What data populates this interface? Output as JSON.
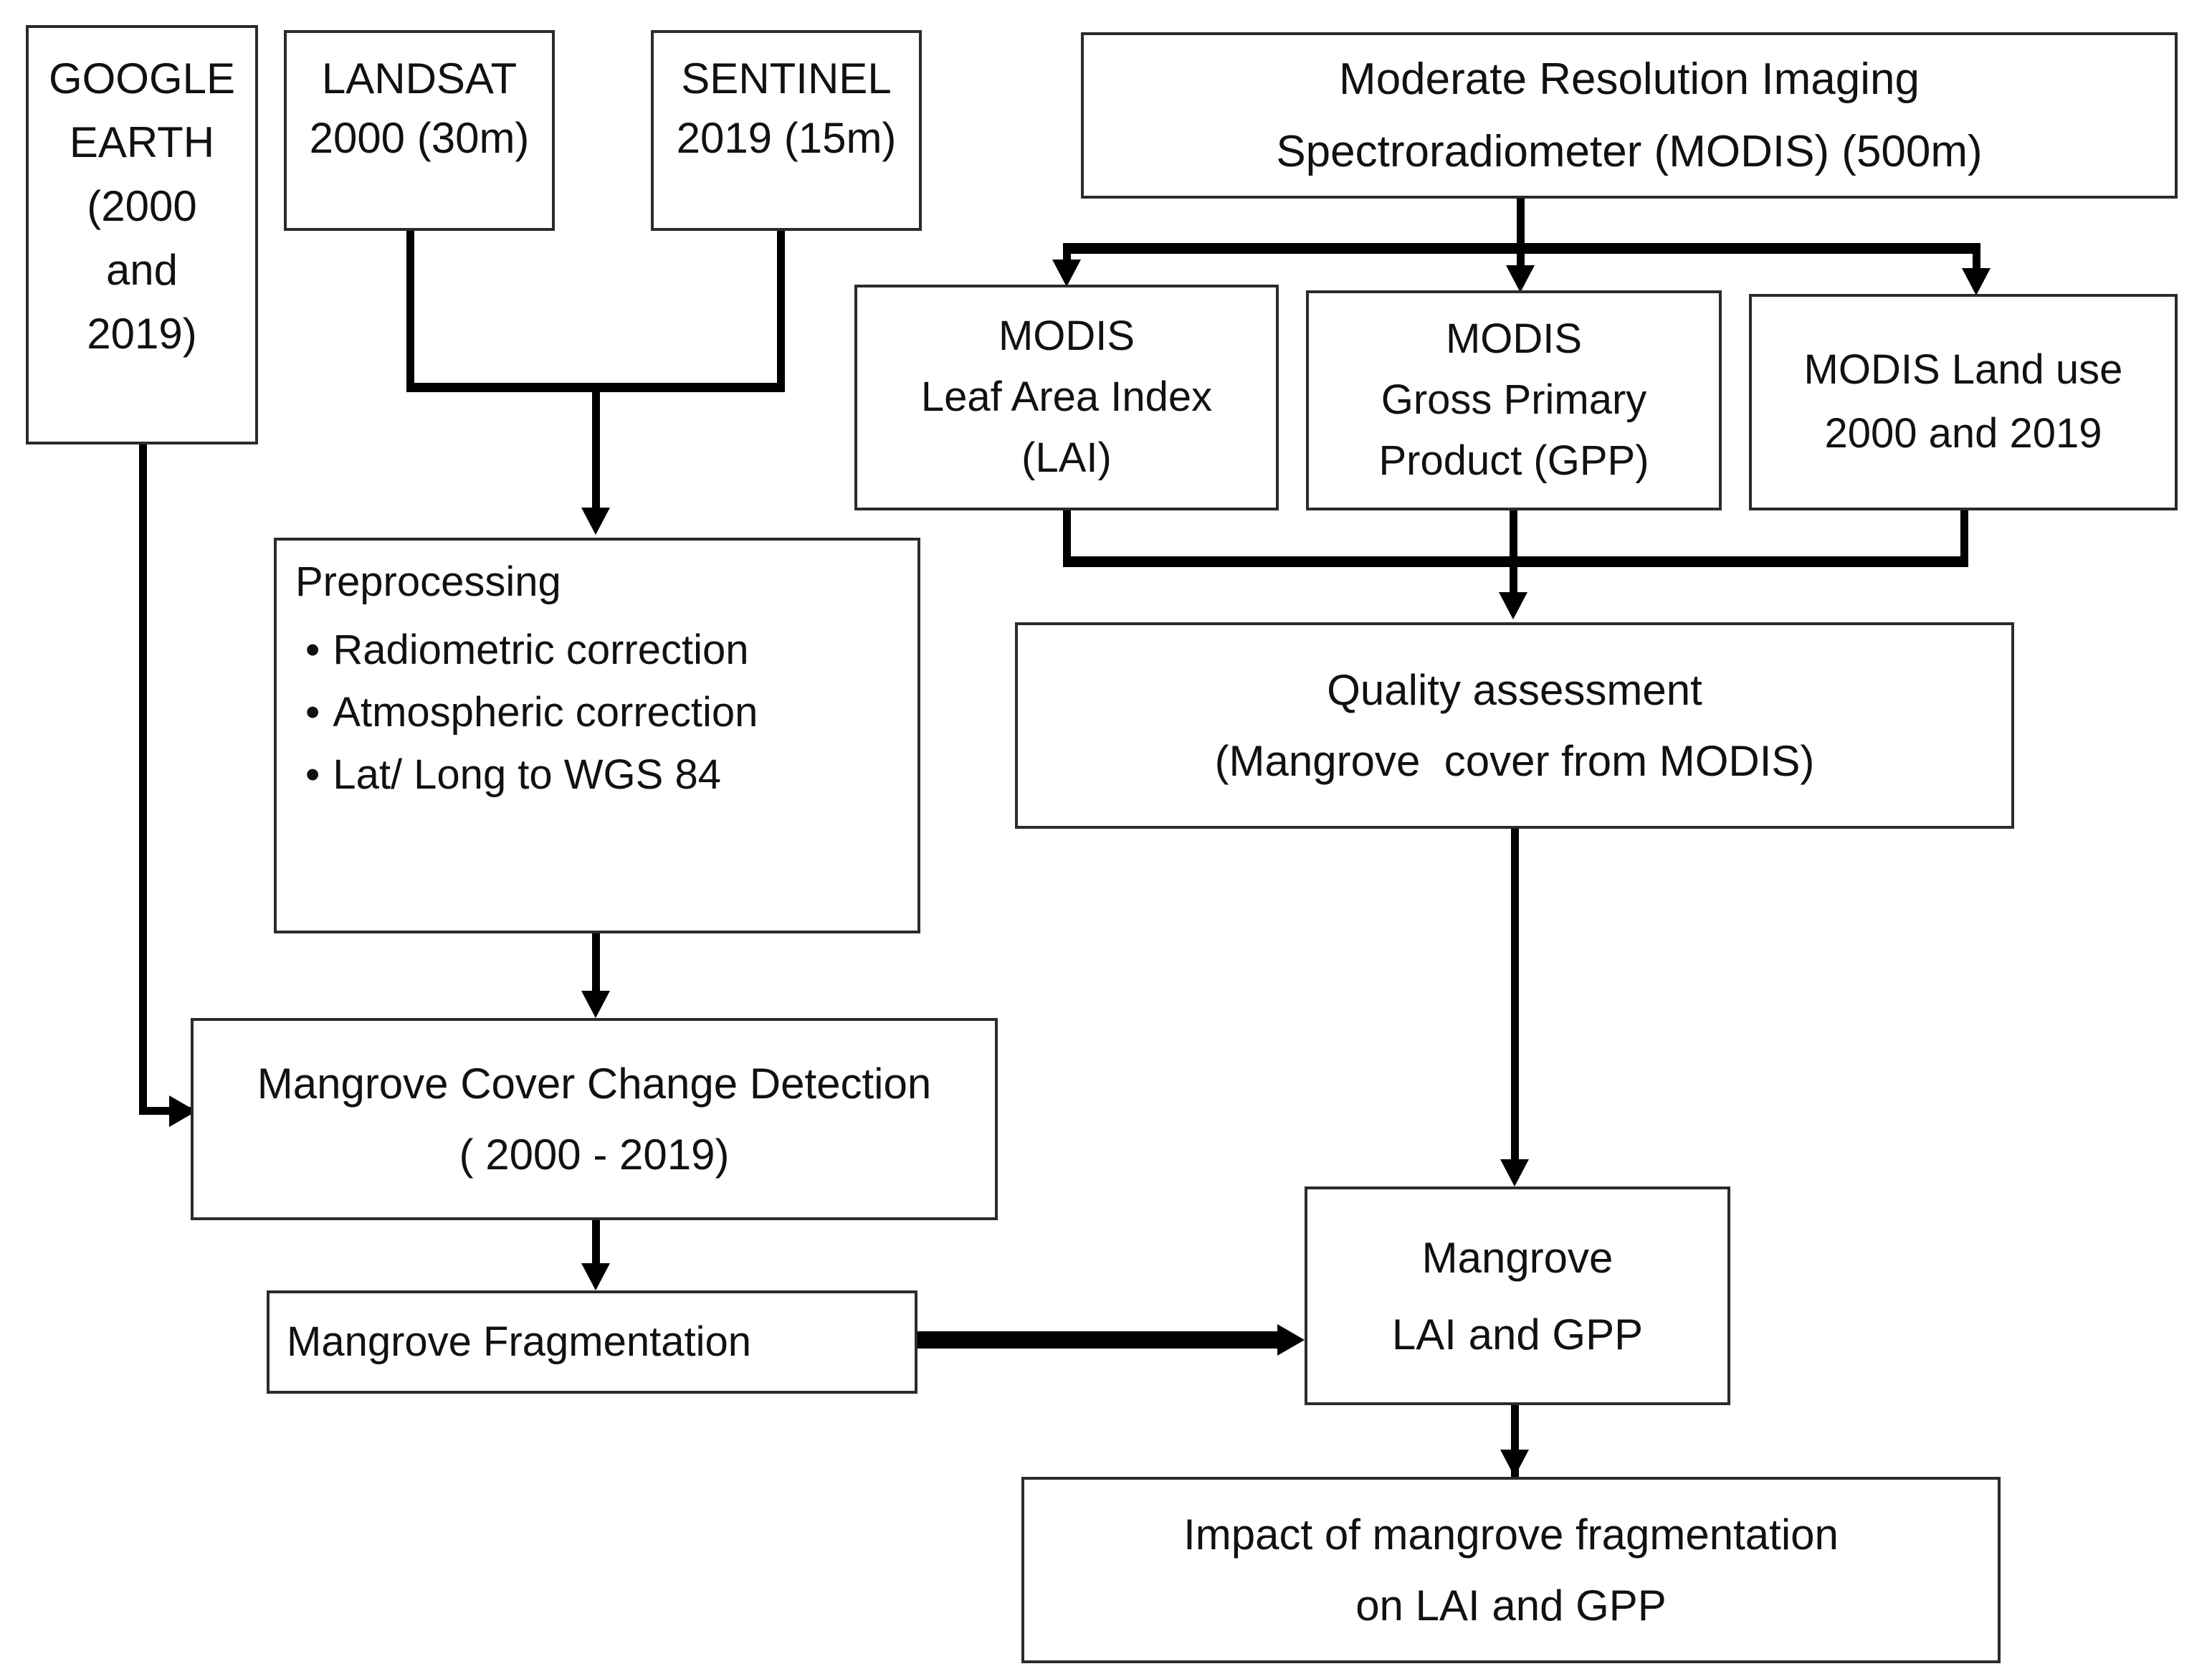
{
  "diagram": {
    "title": "Mangrove remote sensing methodology flowchart",
    "stroke_color": "#000000",
    "box_border_color": "#2b2b2b",
    "background_color": "#ffffff"
  },
  "nodes": {
    "google_earth": {
      "lines": [
        "GOOGLE",
        "EARTH",
        "(2000",
        "and",
        "2019)"
      ]
    },
    "landsat": {
      "lines": [
        "LANDSAT",
        "2000 (30m)"
      ]
    },
    "sentinel": {
      "lines": [
        "SENTINEL",
        "2019 (15m)"
      ]
    },
    "modis_header": {
      "lines": [
        "Moderate Resolution Imaging",
        "Spectroradiometer (MODIS) (500m)"
      ]
    },
    "modis_lai": {
      "lines": [
        "MODIS",
        "Leaf Area Index",
        "(LAI)"
      ]
    },
    "modis_gpp": {
      "lines": [
        "MODIS",
        "Gross Primary",
        "Product (GPP)"
      ]
    },
    "modis_landuse": {
      "lines": [
        "MODIS Land use",
        "2000 and 2019"
      ]
    },
    "preprocessing": {
      "heading": "Preprocessing",
      "bullets": [
        "Radiometric correction",
        "Atmospheric correction",
        "Lat/ Long to WGS 84"
      ]
    },
    "quality": {
      "lines": [
        "Quality assessment",
        "(Mangrove  cover from MODIS)"
      ]
    },
    "change": {
      "lines": [
        "Mangrove Cover Change Detection",
        "( 2000 - 2019)"
      ]
    },
    "fragmentation": {
      "lines": [
        "Mangrove Fragmentation"
      ]
    },
    "mangrove_lai_gpp": {
      "lines": [
        "Mangrove",
        "LAI and GPP"
      ]
    },
    "impact": {
      "lines": [
        "Impact of mangrove fragmentation",
        "on LAI and GPP"
      ]
    }
  },
  "connectors": [
    {
      "name": "landsat-sentinel-to-preprocessing",
      "from": [
        "landsat",
        "sentinel"
      ],
      "to": "preprocessing"
    },
    {
      "name": "google-earth-to-change",
      "from": [
        "google_earth"
      ],
      "to": "change"
    },
    {
      "name": "modis-header-to-products",
      "from": [
        "modis_header"
      ],
      "to": [
        "modis_lai",
        "modis_gpp",
        "modis_landuse"
      ]
    },
    {
      "name": "modis-products-to-quality",
      "from": [
        "modis_lai",
        "modis_gpp",
        "modis_landuse"
      ],
      "to": "quality"
    },
    {
      "name": "preprocessing-to-change",
      "from": [
        "preprocessing"
      ],
      "to": "change"
    },
    {
      "name": "change-to-fragmentation",
      "from": [
        "change"
      ],
      "to": "fragmentation"
    },
    {
      "name": "quality-to-mangrove-lai-gpp",
      "from": [
        "quality"
      ],
      "to": "mangrove_lai_gpp"
    },
    {
      "name": "fragmentation-to-mangrove-lai-gpp",
      "from": [
        "fragmentation"
      ],
      "to": "mangrove_lai_gpp"
    },
    {
      "name": "mangrove-lai-gpp-to-impact",
      "from": [
        "mangrove_lai_gpp"
      ],
      "to": "impact"
    }
  ]
}
